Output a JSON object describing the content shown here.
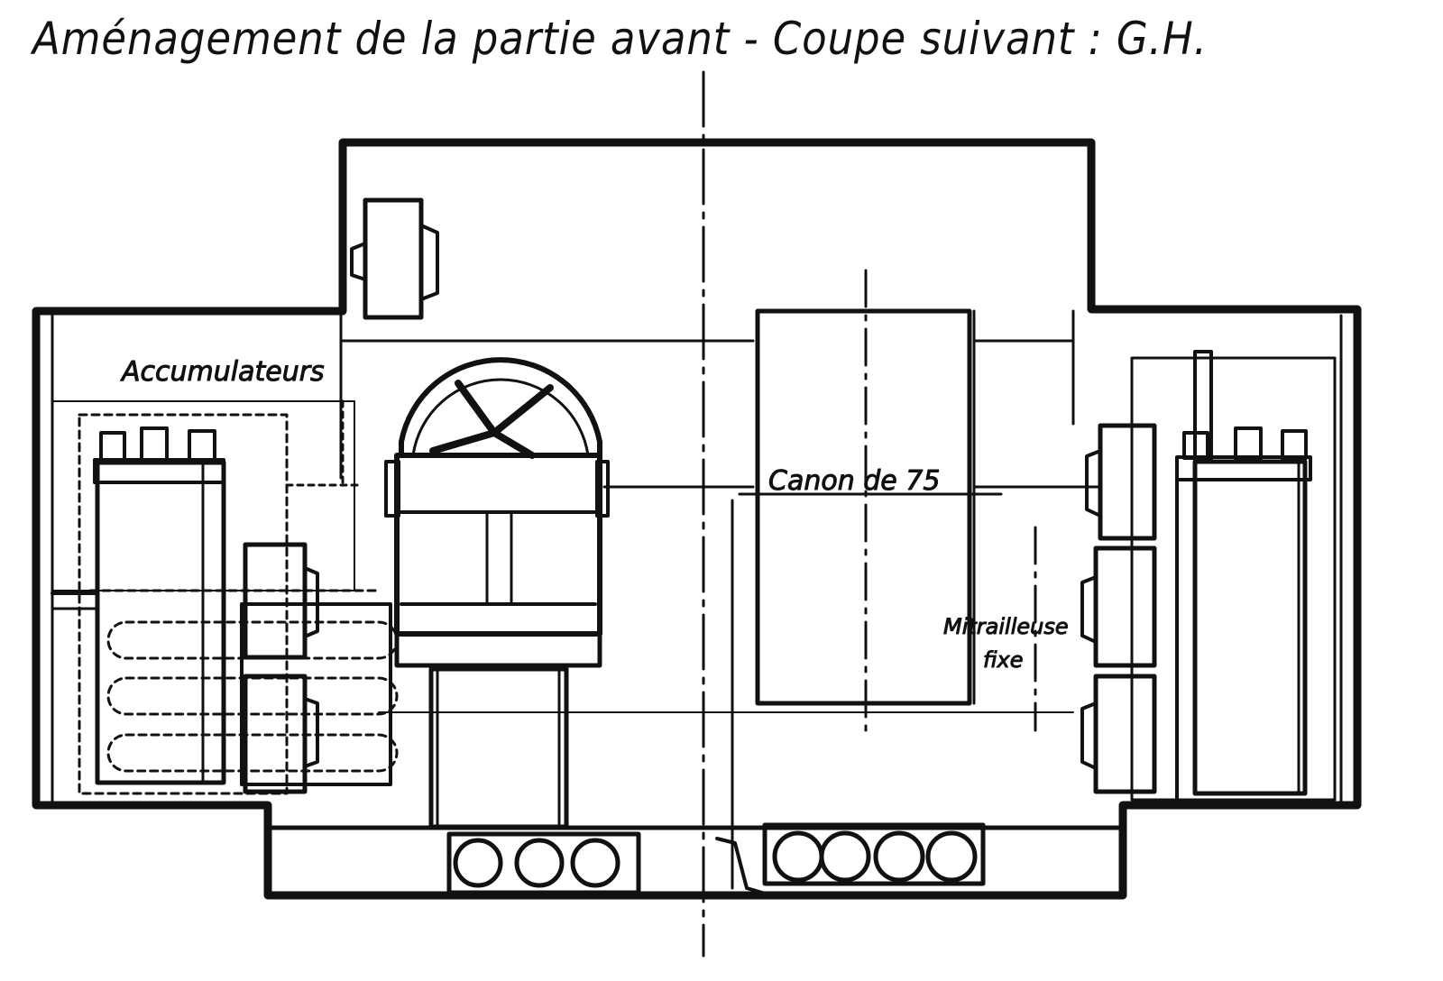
{
  "title": "Aménagement de la partie avant - Coupe suivant : G.H.",
  "labels": {
    "accumulateurs": "Accumulateurs",
    "canon": "Canon de 75",
    "mitrailleuse_line1": "Mitrailleuse",
    "mitrailleuse_line2": "fixe"
  },
  "colors": {
    "ink": "#111111",
    "paper": "#ffffff"
  }
}
